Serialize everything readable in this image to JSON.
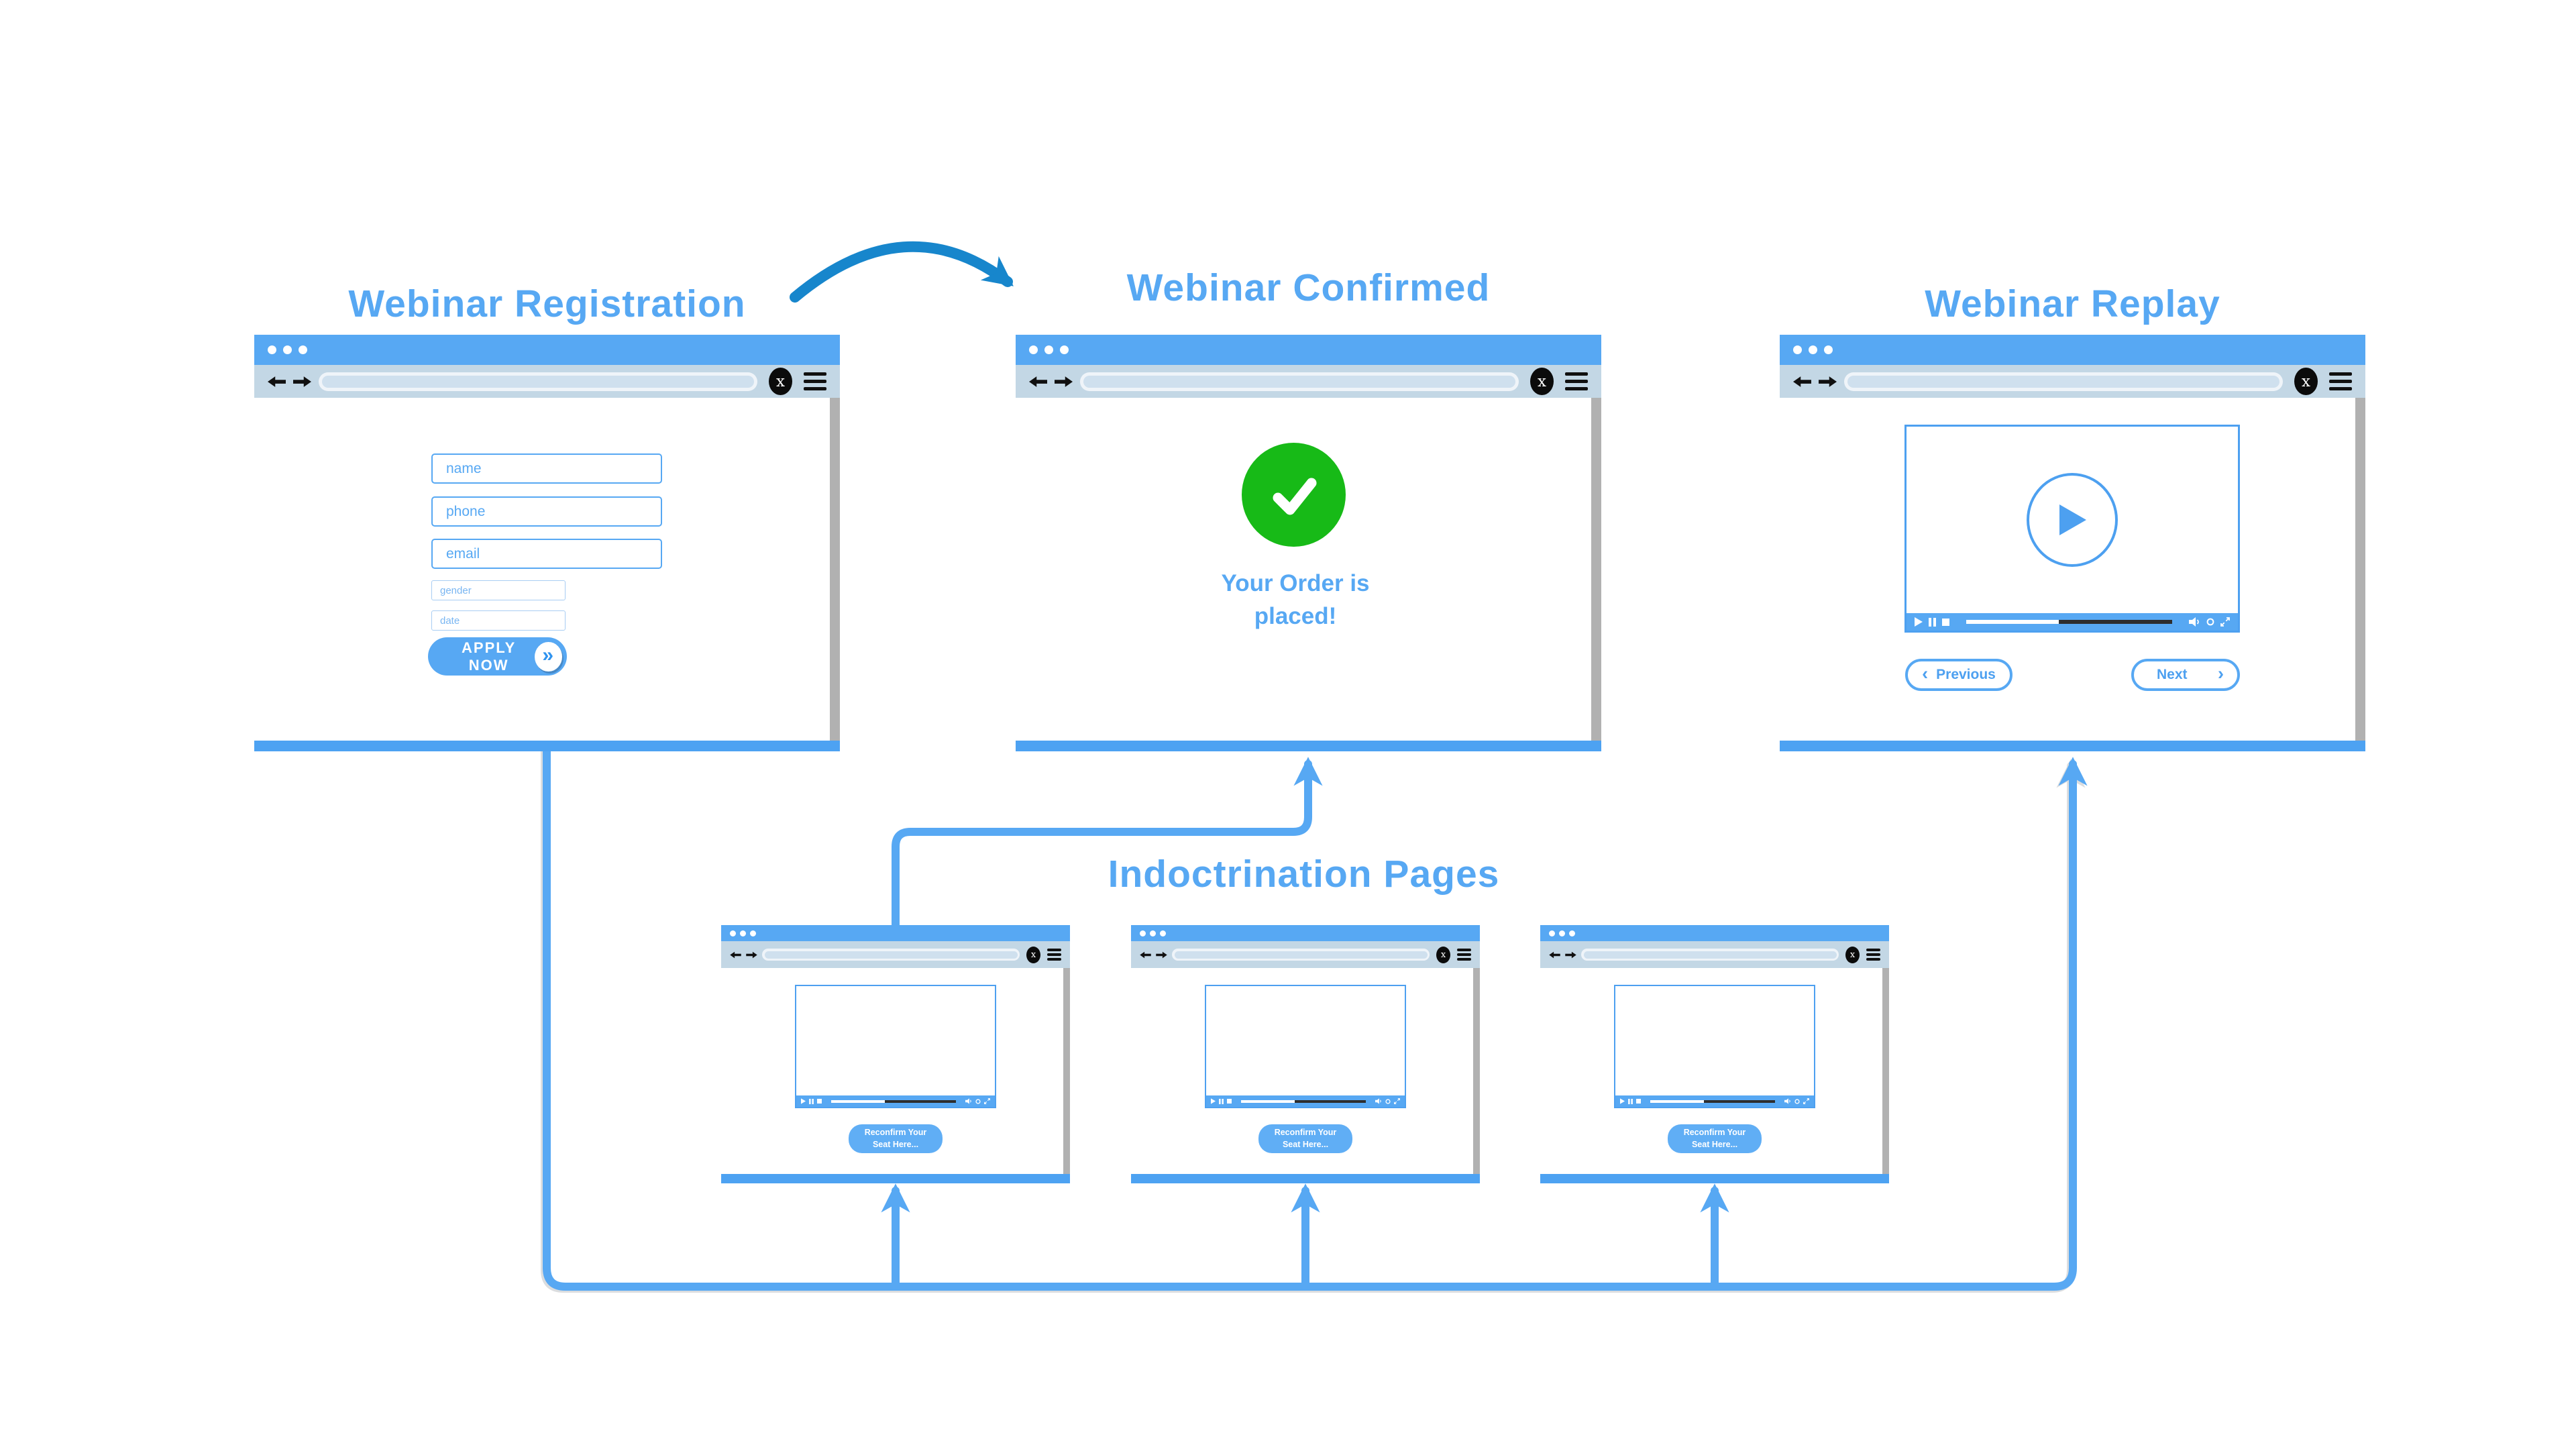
{
  "stages": {
    "registration": {
      "title": "Webinar Registration",
      "form": {
        "name_placeholder": "name",
        "phone_placeholder": "phone",
        "email_placeholder": "email",
        "gender_placeholder": "gender",
        "date_placeholder": "date",
        "apply_label": "APPLY NOW",
        "apply_chevron": "»"
      }
    },
    "confirmed": {
      "title": "Webinar Confirmed",
      "message": "Your Order is placed!"
    },
    "replay": {
      "title": "Webinar Replay",
      "previous_label": "Previous",
      "next_label": "Next",
      "chevron_left": "‹",
      "chevron_right": "›"
    },
    "indoctrination": {
      "title": "Indoctrination Pages",
      "reconfirm_label": "Reconfirm Your Seat Here..."
    }
  },
  "browser": {
    "x_logo": "x"
  },
  "colors": {
    "accent_blue": "#57a8f3",
    "deep_blue_arrow": "#1786cc",
    "toolbar_blue": "#c3d7e5",
    "url_pill_ring": "#eff4f9",
    "url_pill_fill": "#cfe0ee",
    "scrollbar_gray": "#b1b1b1",
    "success_green": "#17ba17",
    "progress_dark": "#2e2e2e"
  }
}
